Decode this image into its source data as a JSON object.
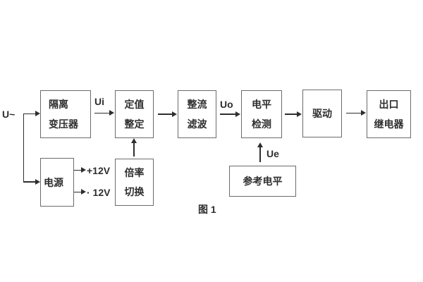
{
  "figure": {
    "caption": "图 1"
  },
  "signals": {
    "input": "U~",
    "ui": "Ui",
    "uo": "Uo",
    "ue": "Ue",
    "rail_pos": "+12V",
    "rail_neg": "· 12V"
  },
  "blocks": {
    "isolation_transformer": {
      "line1": "隔离",
      "line2": "变压器"
    },
    "setting_adjust": {
      "line1": "定值",
      "line2": "整定"
    },
    "rectifier_filter": {
      "line1": "整流",
      "line2": "滤波"
    },
    "level_detector": {
      "line1": "电平",
      "line2": "检测"
    },
    "driver": {
      "label": "驱动"
    },
    "output_relay": {
      "line1": "出口",
      "line2": "继电器"
    },
    "power_supply": {
      "label": "电源"
    },
    "ratio_switch": {
      "line1": "倍率",
      "line2": "切换"
    },
    "reference_level": {
      "label": "参考电平"
    }
  },
  "colors": {
    "background": "#ffffff",
    "box_border": "#6b6b6b",
    "text": "#2e2e2e",
    "line": "#2e2e2e"
  }
}
